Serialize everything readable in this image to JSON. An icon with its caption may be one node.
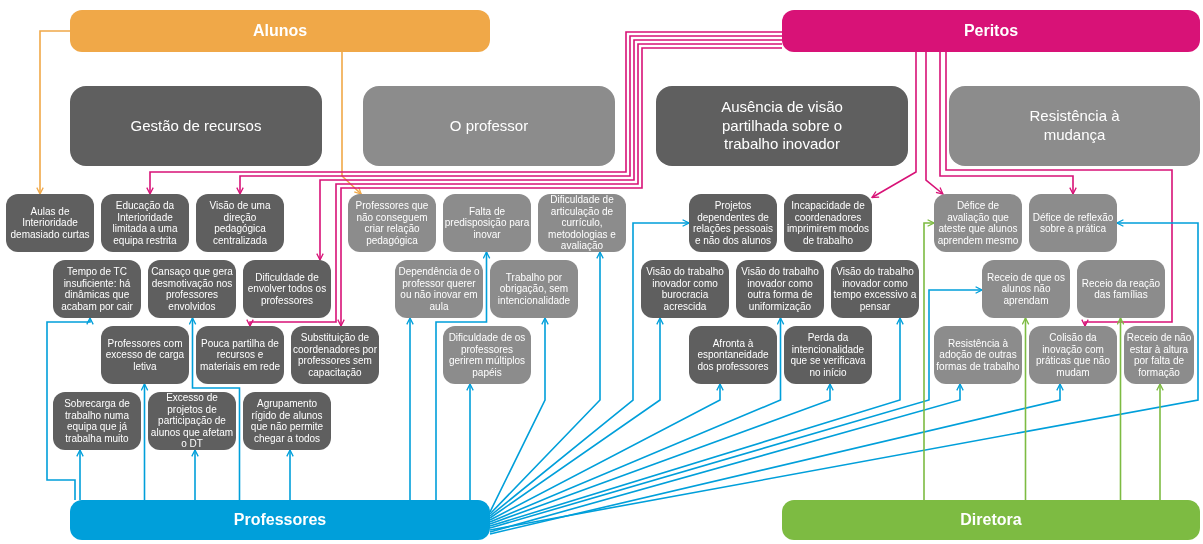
{
  "diagram": {
    "nodes": [
      {
        "text": [
          "Alunos"
        ]
      },
      {
        "text": [
          "Peritos"
        ]
      },
      {
        "text": [
          "Gestão de recursos"
        ]
      },
      {
        "text": [
          "O professor"
        ]
      },
      {
        "text": [
          "Ausência de visão partilhada sobre o trabalho inovador"
        ]
      },
      {
        "text": [
          "Resistência à mudança"
        ]
      },
      {
        "text": [
          "Aulas de Interioridade demasiado curtas"
        ]
      },
      {
        "text": [
          "Educação da Interioridade limitada a uma equipa restrita"
        ]
      },
      {
        "text": [
          "Visão de uma direção pedagógica centralizada"
        ]
      },
      {
        "text": [
          "Tempo de TC insuficiente: há dinâmicas que acabam por cair"
        ]
      },
      {
        "text": [
          "Cansaço que gera desmotivação nos professores envolvidos"
        ]
      },
      {
        "text": [
          "Dificuldade de envolver todos os professores"
        ]
      },
      {
        "text": [
          "Professores com excesso de carga letiva"
        ]
      },
      {
        "text": [
          "Pouca partilha de recursos e materiais em rede"
        ]
      },
      {
        "text": [
          "Substituição de coordenadores por professores sem capacitação"
        ]
      },
      {
        "text": [
          "Sobrecarga de trabalho numa equipa que já trabalha muito"
        ]
      },
      {
        "text": [
          "Excesso de projetos de participação de alunos que afetam o DT"
        ]
      },
      {
        "text": [
          "Agrupamento rígido de alunos que não permite chegar a todos"
        ]
      },
      {
        "text": [
          "Professores que não conseguem criar relação pedagógica"
        ]
      },
      {
        "text": [
          "Falta de predisposição para inovar"
        ]
      },
      {
        "text": [
          "Dificuldade de articulação de currículo, metodologias e avaliação"
        ]
      },
      {
        "text": [
          "Dependência de o professor querer ou não inovar em aula"
        ]
      },
      {
        "text": [
          "Trabalho por obrigação, sem intencionalidade"
        ]
      },
      {
        "text": [
          "Dificuldade de os professores gerirem múltiplos papéis"
        ]
      },
      {
        "text": [
          "Projetos dependentes de relações pessoais e não dos alunos"
        ]
      },
      {
        "text": [
          "Incapacidade de coordenadores imprimirem modos de trabalho"
        ]
      },
      {
        "text": [
          "Visão do trabalho inovador como burocracia acrescida"
        ]
      },
      {
        "text": [
          "Visão do trabalho inovador como outra forma de uniformização"
        ]
      },
      {
        "text": [
          "Visão do trabalho inovador como tempo excessivo a pensar"
        ]
      },
      {
        "text": [
          "Afronta à espontaneidade dos professores"
        ]
      },
      {
        "text": [
          "Perda da intencionalidade que se verificava no início"
        ]
      },
      {
        "text": [
          "Défice de avaliação que ateste que alunos aprendem mesmo"
        ]
      },
      {
        "text": [
          "Défice de reflexão sobre a prática"
        ]
      },
      {
        "text": [
          "Receio de que os alunos não aprendam"
        ]
      },
      {
        "text": [
          "Receio da reação das famílias"
        ]
      },
      {
        "text": [
          "Resistência à adoção de outras formas de trabalho"
        ]
      },
      {
        "text": [
          "Colisão da inovação com práticas que não mudam"
        ]
      },
      {
        "text": [
          "Receio de não estar à altura por falta de formação"
        ]
      },
      {
        "text": [
          "Professores"
        ]
      },
      {
        "text": [
          "Diretora"
        ]
      }
    ],
    "edges": [
      {
        "from": 0,
        "to": 6,
        "arrow": "to",
        "color": "#f0a848"
      },
      {
        "from": 0,
        "to": 18,
        "arrow": "to",
        "color": "#f0a848"
      },
      {
        "from": 1,
        "to": 7,
        "arrow": "to",
        "color": "#d81277"
      },
      {
        "from": 1,
        "to": 8,
        "arrow": "to",
        "color": "#d81277"
      },
      {
        "from": 1,
        "to": 11,
        "arrow": "to",
        "color": "#d81277"
      },
      {
        "from": 1,
        "to": 13,
        "arrow": "to",
        "color": "#d81277"
      },
      {
        "from": 1,
        "to": 14,
        "arrow": "to",
        "color": "#d81277"
      },
      {
        "from": 1,
        "to": 25,
        "arrow": "to",
        "color": "#d81277"
      },
      {
        "from": 1,
        "to": 31,
        "arrow": "to",
        "color": "#d81277"
      },
      {
        "from": 1,
        "to": 32,
        "arrow": "to",
        "color": "#d81277"
      },
      {
        "from": 1,
        "to": 36,
        "arrow": "to",
        "color": "#d81277"
      },
      {
        "from": 38,
        "to": 15,
        "arrow": "to"
      },
      {
        "from": 38,
        "to": 9,
        "arrow": "to"
      },
      {
        "from": 38,
        "to": 12,
        "arrow": "to"
      },
      {
        "from": 38,
        "to": 10,
        "arrow": "to"
      },
      {
        "from": 38,
        "to": 16,
        "arrow": "to"
      },
      {
        "from": 38,
        "to": 17,
        "arrow": "to"
      },
      {
        "from": 38,
        "to": 21,
        "arrow": "to"
      },
      {
        "from": 38,
        "to": 19,
        "arrow": "to"
      },
      {
        "from": 38,
        "to": 23,
        "arrow": "to"
      },
      {
        "from": 38,
        "to": 22,
        "arrow": "to"
      },
      {
        "from": 38,
        "to": 20,
        "arrow": "to"
      },
      {
        "from": 38,
        "to": 24,
        "arrow": "to"
      },
      {
        "from": 38,
        "to": 26,
        "arrow": "to"
      },
      {
        "from": 38,
        "to": 29,
        "arrow": "to"
      },
      {
        "from": 38,
        "to": 27,
        "arrow": "to"
      },
      {
        "from": 38,
        "to": 30,
        "arrow": "to"
      },
      {
        "from": 38,
        "to": 28,
        "arrow": "to"
      },
      {
        "from": 38,
        "to": 33,
        "arrow": "to"
      },
      {
        "from": 38,
        "to": 32,
        "arrow": "to"
      },
      {
        "from": 38,
        "to": 35,
        "arrow": "to"
      },
      {
        "from": 38,
        "to": 36,
        "arrow": "to"
      },
      {
        "from": 39,
        "to": 31,
        "arrow": "to",
        "color": "#7dbb42"
      },
      {
        "from": 39,
        "to": 33,
        "arrow": "to",
        "color": "#7dbb42"
      },
      {
        "from": 39,
        "to": 34,
        "arrow": "to",
        "color": "#7dbb42"
      },
      {
        "from": 39,
        "to": 37,
        "arrow": "to",
        "color": "#7dbb42"
      }
    ]
  }
}
